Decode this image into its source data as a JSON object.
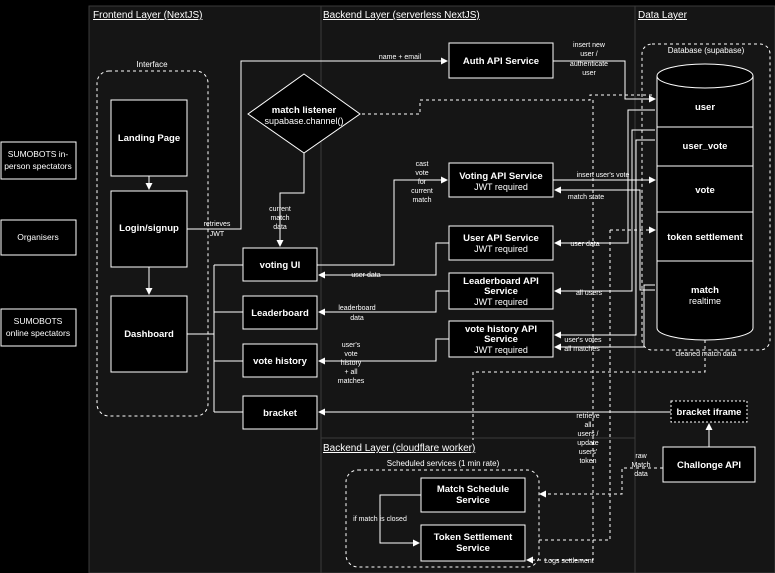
{
  "lanes": {
    "frontend": "Frontend Layer (NextJS)",
    "backend": "Backend Layer (serverless NextJS)",
    "data": "Data Layer",
    "worker": "Backend Layer (cloudflare worker)"
  },
  "actors": {
    "inperson": [
      "SUMOBOTS in-",
      "person spectators"
    ],
    "organisers": "Organisers",
    "online": [
      "SUMOBOTS",
      "online spectators"
    ]
  },
  "interface": {
    "label": "Interface",
    "landing": "Landing Page",
    "login": "Login/signup",
    "dashboard": "Dashboard"
  },
  "components": {
    "voting_ui": "voting UI",
    "leaderboard": "Leaderboard",
    "vote_history": "vote history",
    "bracket": "bracket"
  },
  "listener": {
    "title": "match listener",
    "sub": "supabase.channel()"
  },
  "services": {
    "auth": "Auth API Service",
    "voting": "Voting API Service",
    "user": "User API Service",
    "leaderboard": [
      "Leaderboard API",
      "Service"
    ],
    "vote_history": [
      "vote history API",
      "Service"
    ],
    "jwt": "JWT required"
  },
  "database": {
    "label": "Database (supabase)",
    "tables": [
      "user",
      "user_vote",
      "vote",
      "token settlement"
    ],
    "match": "match",
    "realtime": "realtime"
  },
  "scheduled": {
    "label": "Scheduled services (1 min rate)",
    "match_schedule": [
      "Match Schedule",
      "Service"
    ],
    "token_settlement": [
      "Token Settlement",
      "Service"
    ],
    "if_closed": "if match is closed"
  },
  "external": {
    "bracket_iframe": "bracket iframe",
    "challonge": "Challonge API"
  },
  "edges": {
    "name_email": "name + email",
    "insert_user": [
      "insert new",
      "user /",
      "authenticate",
      "user"
    ],
    "retrieves_jwt": [
      "retrieves",
      "JWT"
    ],
    "current_match": [
      "current",
      "match",
      "data"
    ],
    "cast_vote": [
      "cast",
      "vote",
      "for",
      "current",
      "match"
    ],
    "insert_users_vote": "insert user's vote",
    "match_state": "match state",
    "user_data_service": "user data",
    "user_data_ui": "user data",
    "all_users": "all users",
    "leaderboard_data": [
      "leaderboard",
      "data"
    ],
    "users_votes": "user's votes",
    "all_matches": "all matches",
    "vote_history_data": [
      "user's",
      "vote",
      "history",
      "+ all",
      "matches"
    ],
    "cleaned_match": "cleaned match data",
    "retrieve_all": [
      "retrieve",
      "all",
      "users /",
      "update",
      "users'",
      "token"
    ],
    "raw_match": [
      "raw",
      "Match",
      "data"
    ],
    "logs_settlement": "Logs settlement"
  }
}
